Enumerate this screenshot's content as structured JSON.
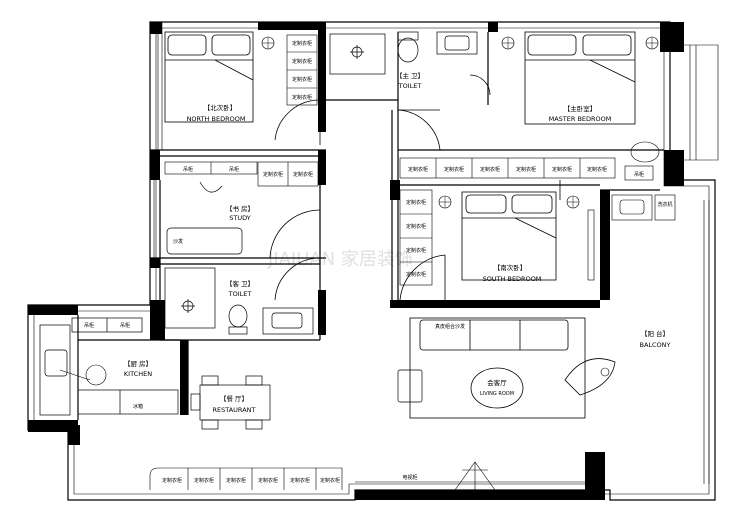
{
  "rooms": {
    "north_bedroom": {
      "zh": "【北次卧】",
      "en": "NORTH BEDROOM"
    },
    "master_toilet": {
      "zh": "【主 卫】",
      "en": "TOILET"
    },
    "master_bedroom": {
      "zh": "【主卧室】",
      "en": "MASTER BEDROOM"
    },
    "study": {
      "zh": "【书 房】",
      "en": "STUDY"
    },
    "south_bedroom": {
      "zh": "【南次卧】",
      "en": "SOUTH BEDROOM"
    },
    "guest_toilet": {
      "zh": "【客 卫】",
      "en": "TOILET"
    },
    "balcony": {
      "zh": "【阳 台】",
      "en": "BALCONY"
    },
    "kitchen": {
      "zh": "【厨 房】",
      "en": "KITCHEN"
    },
    "living_room": {
      "zh": "会客厅",
      "en": "LIVING ROOM"
    },
    "restaurant": {
      "zh": "【餐 厅】",
      "en": "RESTAURANT"
    }
  },
  "furniture": {
    "wardrobe": "定制衣柜",
    "hanging_cabinet": "吊柜",
    "sofa_bed": "沙发",
    "sectional_sofa": "真皮组合沙发",
    "fridge": "冰箱",
    "tv_cabinet": "电视柜",
    "laundry": "洗衣机"
  },
  "watermark": "JIAJUAN 家居装饰"
}
